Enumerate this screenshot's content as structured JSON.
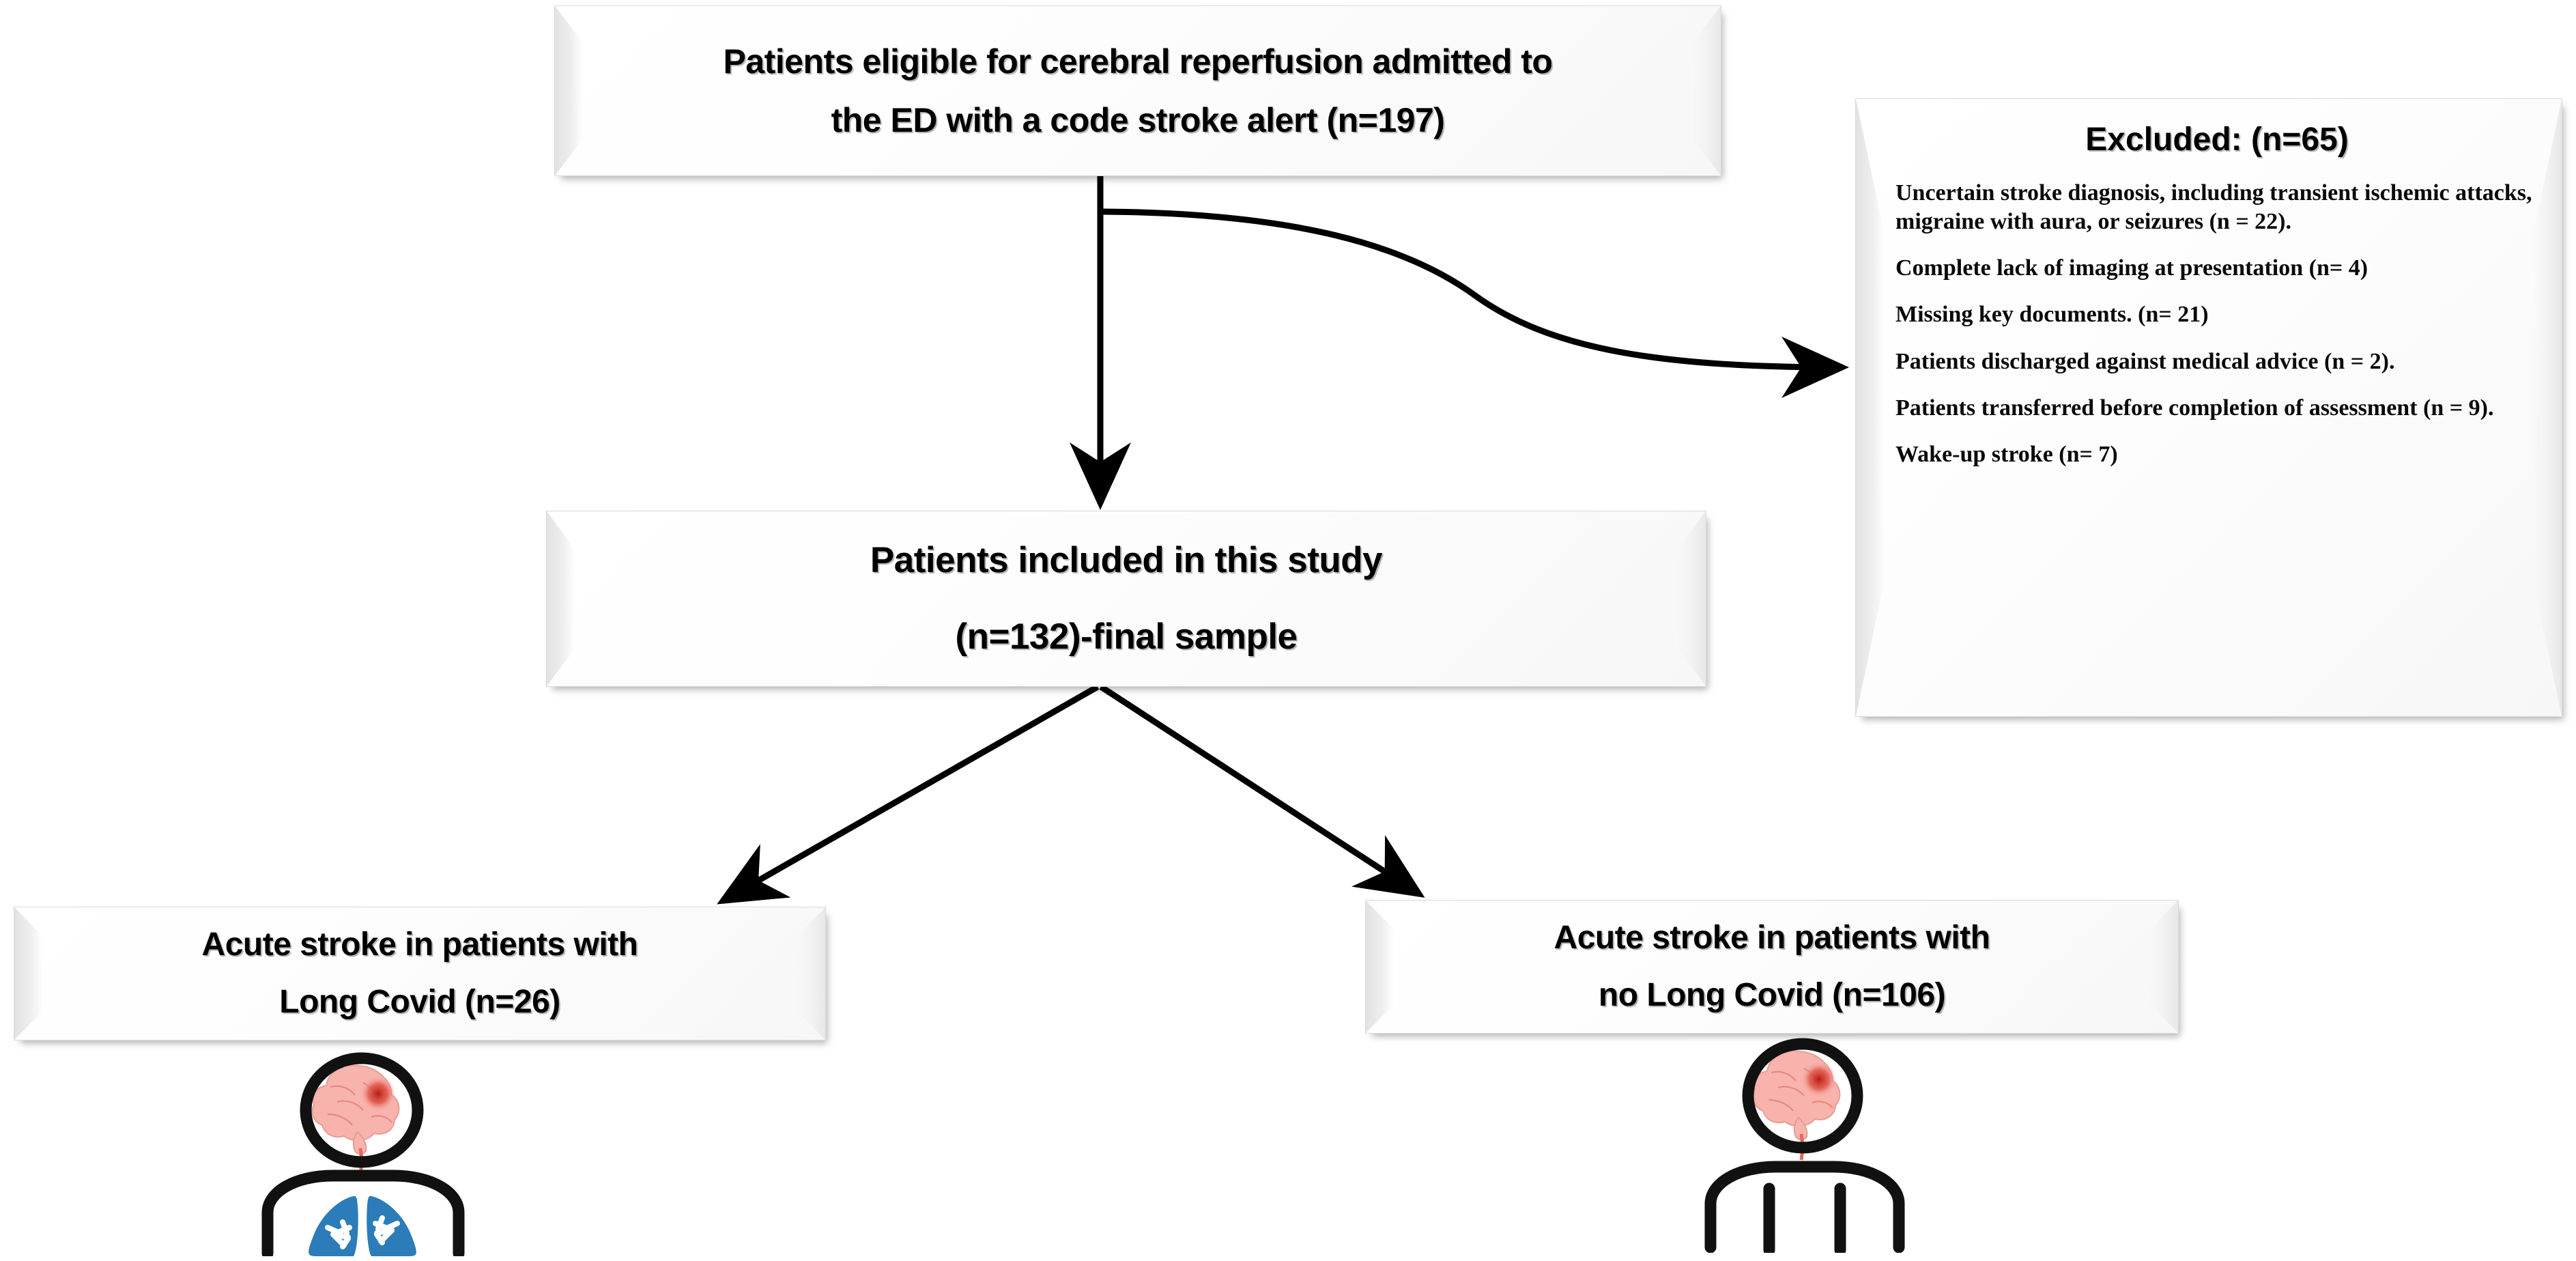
{
  "flowchart": {
    "title_top": {
      "line1": "Patients eligible for cerebral reperfusion admitted to",
      "line2": "the ED with a code stroke alert (n=197)"
    },
    "included": {
      "line1": "Patients included in this study",
      "line2": "(n=132)-final sample"
    },
    "excluded": {
      "title": "Excluded: (n=65)",
      "items": [
        "Uncertain stroke diagnosis, including transient ischemic attacks, migraine with aura, or seizures (n = 22).",
        "Complete lack of imaging at presentation (n= 4)",
        "Missing key documents. (n= 21)",
        "Patients discharged against medical advice (n = 2).",
        "Patients transferred before completion of assessment (n = 9).",
        "Wake-up stroke (n= 7)"
      ]
    },
    "arm_left": {
      "line1": "Acute stroke in patients with",
      "line2": "Long Covid (n=26)",
      "icon": "patient-with-lungs-icon"
    },
    "arm_right": {
      "line1": "Acute stroke in patients with",
      "line2": "no Long Covid (n=106)",
      "icon": "patient-no-lungs-icon"
    },
    "connectors": [
      {
        "name": "top-to-included-arrow",
        "type": "vertical-arrow"
      },
      {
        "name": "top-to-excluded-arrow",
        "type": "s-curve-arrow"
      },
      {
        "name": "included-to-left-arrow",
        "type": "diagonal-arrow"
      },
      {
        "name": "included-to-right-arrow",
        "type": "diagonal-arrow"
      }
    ]
  },
  "colors": {
    "brain_fill": "#f7b3ac",
    "brain_lesion": "#d02a22",
    "lung_fill": "#2b7cb8",
    "outline": "#111111",
    "box_face": "#fcfcfc",
    "box_border": "#d9d9d9"
  }
}
